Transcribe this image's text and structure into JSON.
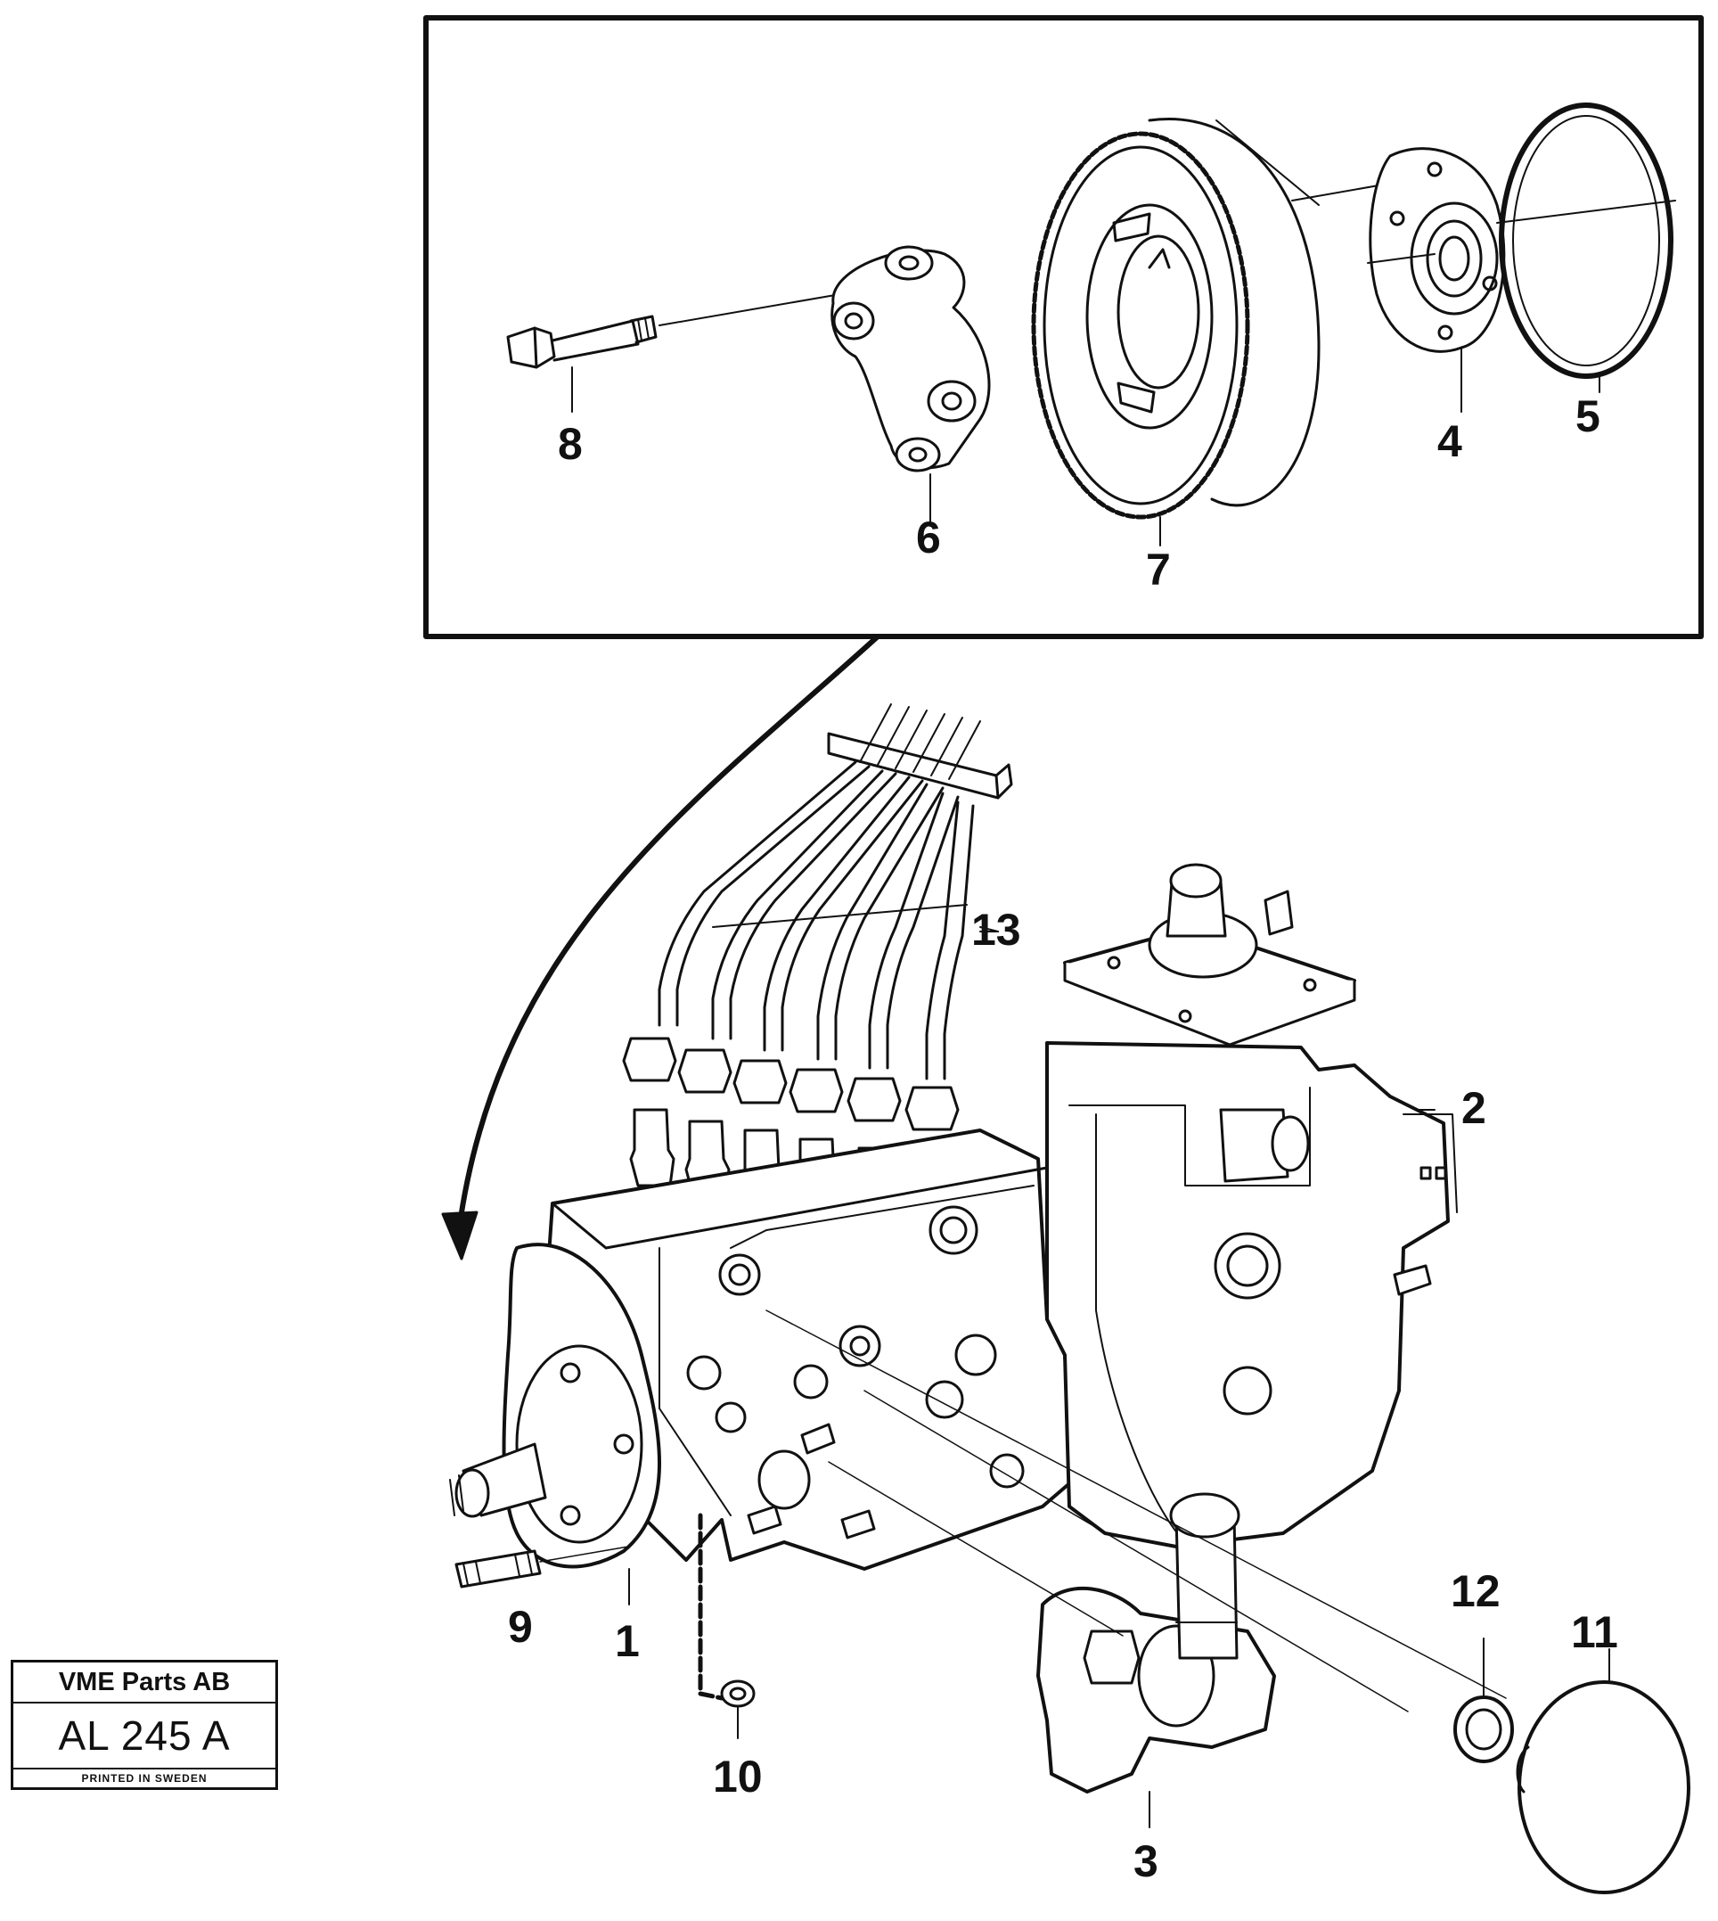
{
  "callouts": {
    "c1": "1",
    "c2": "2",
    "c3": "3",
    "c4": "4",
    "c5": "5",
    "c6": "6",
    "c7": "7",
    "c8": "8",
    "c9": "9",
    "c10": "10",
    "c11": "11",
    "c12": "12",
    "c13": "13"
  },
  "stamp": {
    "company": "VME Parts AB",
    "code": "AL 245 A",
    "printed": "PRINTED IN SWEDEN"
  }
}
